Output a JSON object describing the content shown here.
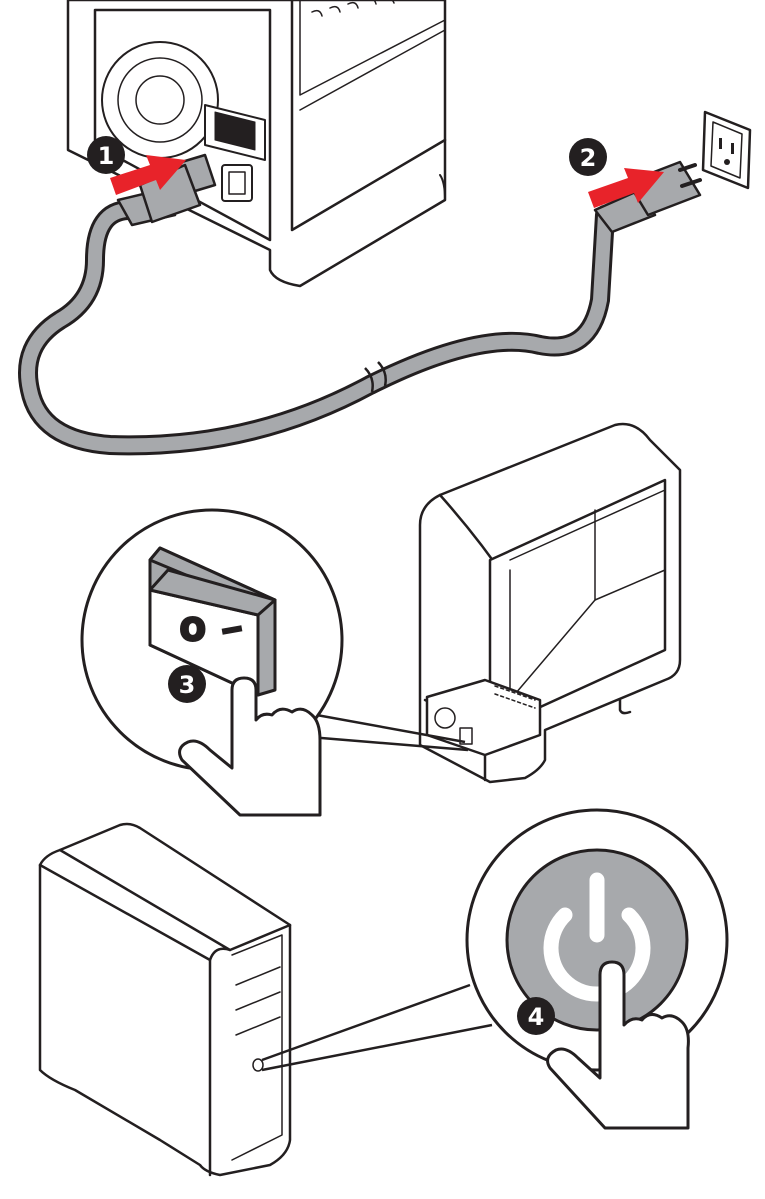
{
  "steps": [
    {
      "number": "1"
    },
    {
      "number": "2"
    },
    {
      "number": "3"
    },
    {
      "number": "4"
    }
  ],
  "switch_labels": {
    "off": "O",
    "on": "|"
  },
  "colors": {
    "arrow": "#e8232a",
    "badge": "#231f20",
    "cable": "#a7a9ac",
    "power_button": "#a7a9ac",
    "line": "#231f20",
    "fill": "#ffffff"
  },
  "icons": [
    "arrow-icon",
    "power-icon",
    "hand-pointer-icon",
    "outlet-icon",
    "plug-icon"
  ]
}
